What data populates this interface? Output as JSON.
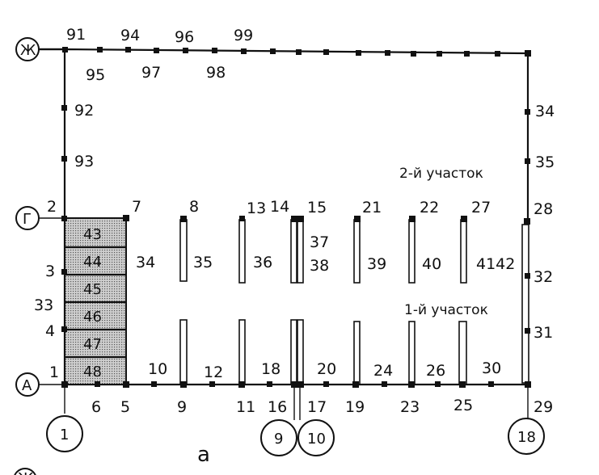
{
  "caption": "а",
  "sections": {
    "upper": "2-й участок",
    "lower": "1-й участок"
  },
  "row_axes": {
    "zh_top": "Ж",
    "g": "Г",
    "a": "А",
    "zh_bottom": "Ж"
  },
  "col_axes": {
    "c1": "1",
    "c9": "9",
    "c10": "10",
    "c18": "18"
  },
  "blocks": [
    "43",
    "44",
    "45",
    "46",
    "47",
    "48"
  ],
  "numbers": {
    "n1": "1",
    "n2": "2",
    "n3": "3",
    "n4": "4",
    "n5": "5",
    "n6": "6",
    "n7": "7",
    "n8": "8",
    "n9": "9",
    "n10": "10",
    "n11": "11",
    "n12": "12",
    "n13": "13",
    "n14": "14",
    "n15": "15",
    "n16": "16",
    "n17": "17",
    "n18": "18",
    "n19": "19",
    "n20": "20",
    "n21": "21",
    "n22": "22",
    "n23": "23",
    "n24": "24",
    "n25": "25",
    "n26": "26",
    "n27": "27",
    "n28": "28",
    "n29": "29",
    "n30": "30",
    "n31": "31",
    "n32": "32",
    "n33": "33",
    "n34a": "34",
    "n34b": "34",
    "n35a": "35",
    "n35b": "35",
    "n36": "36",
    "n37": "37",
    "n38": "38",
    "n39": "39",
    "n40": "40",
    "n4142": "4142",
    "n91": "91",
    "n92": "92",
    "n93": "93",
    "n94": "94",
    "n95": "95",
    "n96": "96",
    "n97": "97",
    "n98": "98",
    "n99": "99"
  }
}
